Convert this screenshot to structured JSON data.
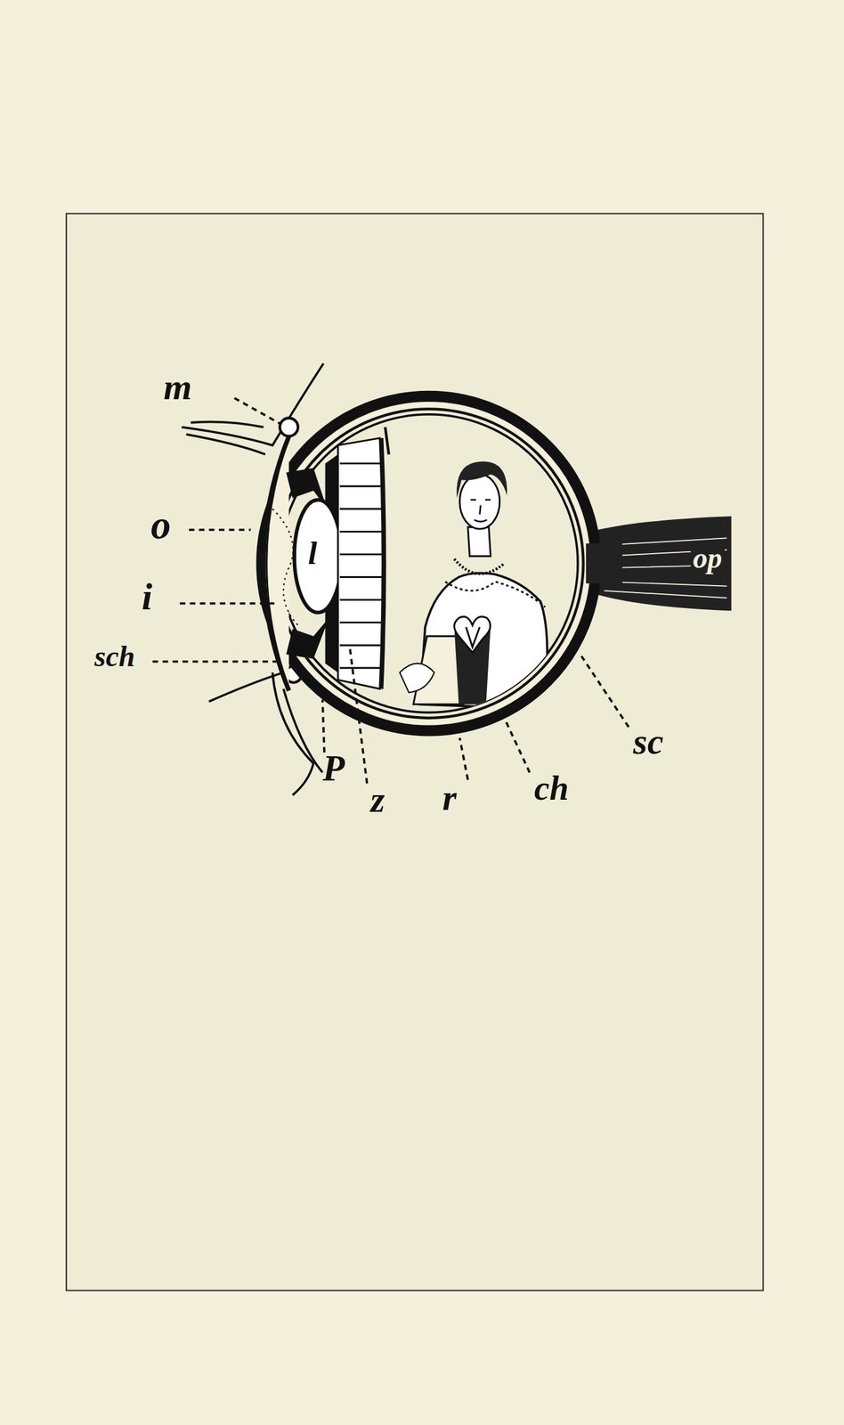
{
  "diagram": {
    "labels": [
      "m",
      "o",
      "i",
      "sch",
      "l",
      "P",
      "z",
      "r",
      "ch",
      "sc",
      "op"
    ]
  }
}
